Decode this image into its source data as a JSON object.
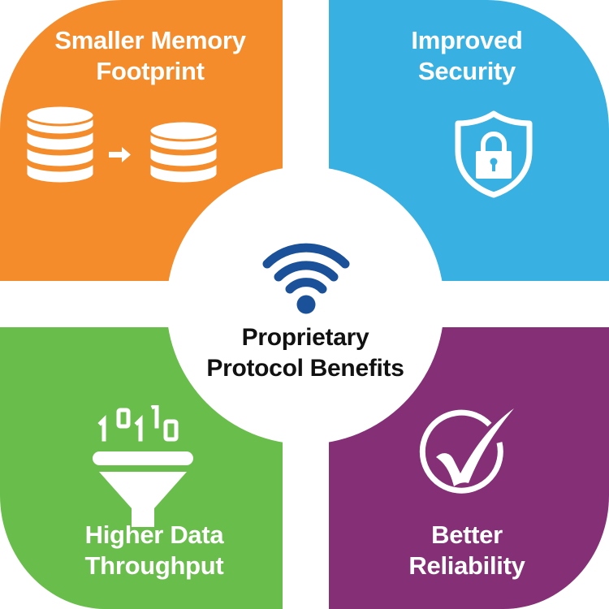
{
  "center": {
    "title_line1": "Proprietary",
    "title_line2": "Protocol Benefits",
    "icon": "wifi-icon",
    "icon_color": "#1a5199"
  },
  "quadrants": [
    {
      "position": "top-left",
      "title_line1": "Smaller Memory",
      "title_line2": "Footprint",
      "icon": "database-shrink-icon",
      "color": "#f48c2c"
    },
    {
      "position": "top-right",
      "title_line1": "Improved",
      "title_line2": "Security",
      "icon": "shield-lock-icon",
      "color": "#38b1e2"
    },
    {
      "position": "bottom-left",
      "title_line1": "Higher Data",
      "title_line2": "Throughput",
      "icon": "binary-funnel-icon",
      "color": "#68bd4b"
    },
    {
      "position": "bottom-right",
      "title_line1": "Better",
      "title_line2": "Reliability",
      "icon": "check-circle-icon",
      "color": "#852f76"
    }
  ],
  "binary_digits": [
    "1",
    "0",
    "1",
    "1",
    "0"
  ]
}
